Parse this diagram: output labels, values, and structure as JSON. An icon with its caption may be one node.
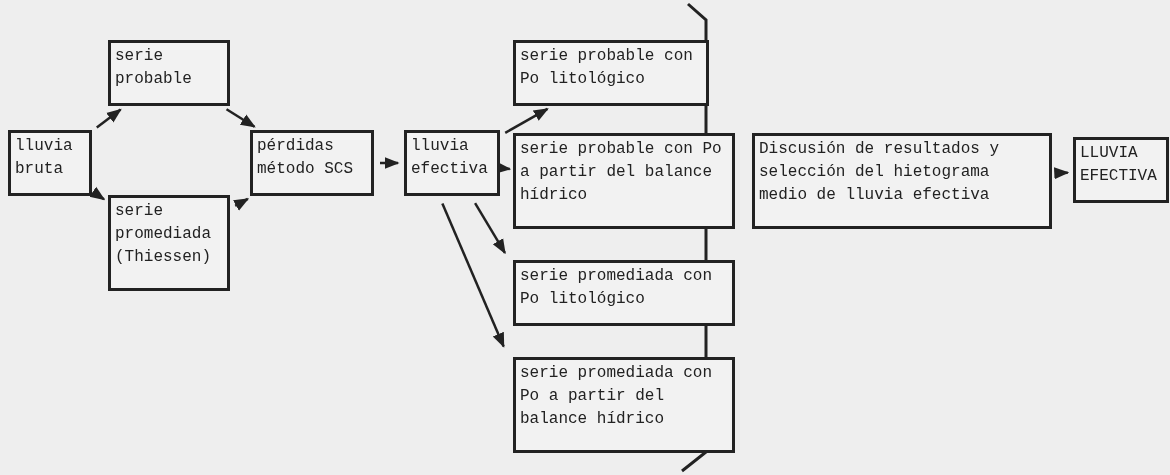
{
  "diagram": {
    "nodes": [
      {
        "text": [
          "lluvia bruta"
        ]
      },
      {
        "text": [
          "serie probable"
        ]
      },
      {
        "text": [
          "serie promediada (Thiessen)"
        ]
      },
      {
        "text": [
          "pérdidas método SCS"
        ]
      },
      {
        "text": [
          "lluvia efectiva"
        ]
      },
      {
        "text": [
          "serie probable con Po litológico"
        ]
      },
      {
        "text": [
          "serie probable con Po a partir del balance hídrico"
        ]
      },
      {
        "text": [
          "serie promediada con Po litológico"
        ]
      },
      {
        "text": [
          "serie promediada con Po a partir del balance hídrico"
        ]
      },
      {
        "text": [
          "Discusión de resultados y selección del hietograma medio de lluvia efectiva"
        ]
      },
      {
        "text": [
          "LLUVIA EFECTIVA"
        ]
      }
    ],
    "edges": [
      {
        "from": 0,
        "to": 1,
        "arrow": "to"
      },
      {
        "from": 0,
        "to": 2,
        "arrow": "to"
      },
      {
        "from": 1,
        "to": 3,
        "arrow": "to"
      },
      {
        "from": 2,
        "to": 3,
        "arrow": "to"
      },
      {
        "from": 3,
        "to": 4,
        "arrow": "to"
      },
      {
        "from": 4,
        "to": 5,
        "arrow": "to"
      },
      {
        "from": 4,
        "to": 6,
        "arrow": "to"
      },
      {
        "from": 4,
        "to": 7,
        "arrow": "to"
      },
      {
        "from": 4,
        "to": 8,
        "arrow": "to"
      },
      {
        "from": 9,
        "to": 10,
        "arrow": "to"
      }
    ]
  }
}
